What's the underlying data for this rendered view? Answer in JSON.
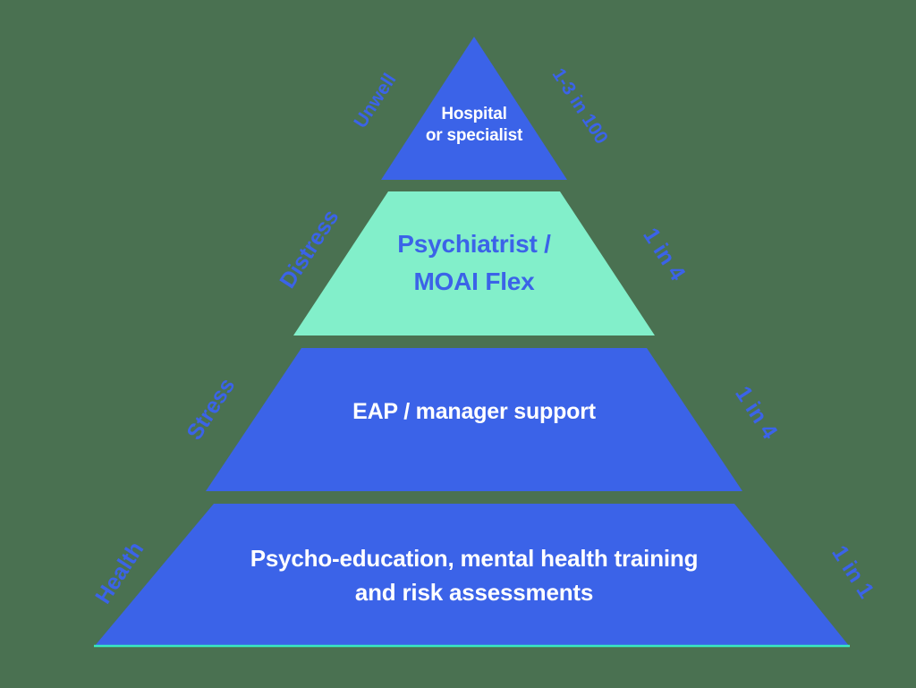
{
  "diagram": {
    "type": "pyramid",
    "background_color": "#4a7151",
    "tiers": [
      {
        "id": "tier-1",
        "text": "Hospital\nor specialist",
        "fill": "#3b63e8",
        "text_color": "#ffffff",
        "left_label": "Unwell",
        "right_label": "1-3 in 100",
        "shape": "triangle"
      },
      {
        "id": "tier-2",
        "text": "Psychiatrist /\nMOAI Flex",
        "fill": "#82efca",
        "text_color": "#3b63e8",
        "left_label": "Distress",
        "right_label": "1 in 4",
        "shape": "trapezoid"
      },
      {
        "id": "tier-3",
        "text": "EAP / manager support",
        "fill": "#3b63e8",
        "text_color": "#ffffff",
        "left_label": "Stress",
        "right_label": "1 in 4",
        "shape": "trapezoid"
      },
      {
        "id": "tier-4",
        "text": "Psycho-education, mental health training\nand risk assessments",
        "fill": "#3b63e8",
        "text_color": "#ffffff",
        "left_label": "Health",
        "right_label": "1 in 1",
        "shape": "trapezoid"
      }
    ],
    "accent_edge_color": "#38e8c0",
    "side_label_color": "#3b63e8"
  }
}
